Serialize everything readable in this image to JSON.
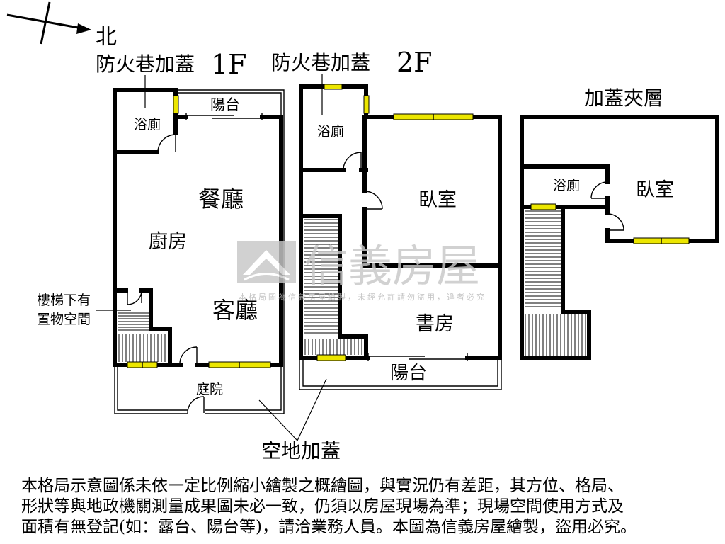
{
  "compass": {
    "north_label": "北"
  },
  "floor_1f": {
    "title": "1F",
    "annex_label": "防火巷加蓋",
    "rooms": {
      "balcony": "陽台",
      "bathroom": "浴廁",
      "dining": "餐廳",
      "kitchen": "廚房",
      "living": "客廳",
      "courtyard": "庭院"
    },
    "stair_note": [
      "樓梯下有",
      "置物空間"
    ]
  },
  "floor_2f": {
    "title": "2F",
    "annex_label": "防火巷加蓋",
    "rooms": {
      "bathroom": "浴廁",
      "bedroom": "臥室",
      "study": "書房",
      "balcony": "陽台"
    }
  },
  "mezzanine": {
    "title": "加蓋夾層",
    "rooms": {
      "bathroom": "浴廁",
      "bedroom": "臥室"
    }
  },
  "annotation": {
    "open_space_annex": "空地加蓋"
  },
  "watermark": {
    "brand": "信義房屋",
    "notice": "本格局圖為信義房屋繪製，未經允許請勿盜用，違者必究"
  },
  "disclaimer": {
    "lines": [
      "本格局示意圖係未依一定比例縮小繪製之概繪圖，與實況仍有差距，其方位、格局、",
      "形狀等與地政機關測量成果圖未必一致，仍須以房屋現場為準；現場空間使用方式及",
      "面積有無登記(如：露台、陽台等)，請洽業務人員。本圖為信義房屋繪製，盜用必究。"
    ]
  },
  "colors": {
    "wall": "#000000",
    "window": "#ece600",
    "watermark": "#c8c8c8"
  }
}
